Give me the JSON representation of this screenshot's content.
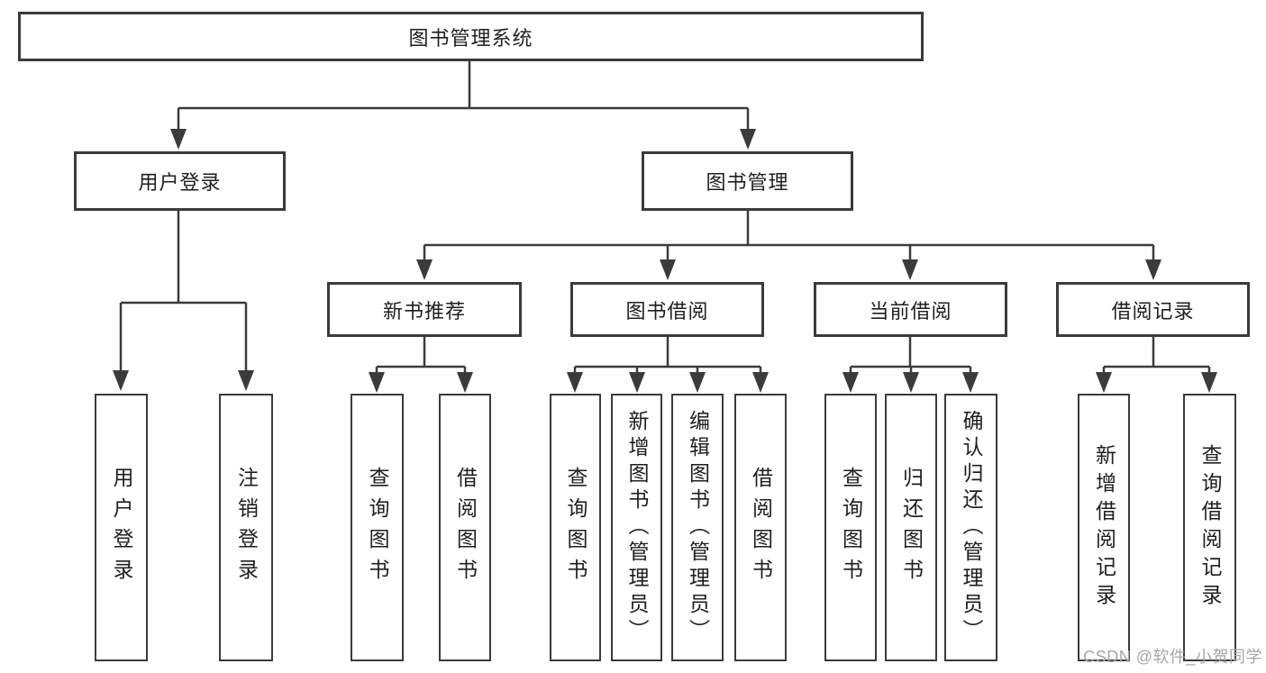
{
  "tree": {
    "root": {
      "label": "图书管理系统",
      "children": [
        {
          "label": "用户登录",
          "children": [
            {
              "label": "用户登录"
            },
            {
              "label": "注销登录"
            }
          ]
        },
        {
          "label": "图书管理",
          "children": [
            {
              "label": "新书推荐",
              "children": [
                {
                  "label": "查询图书"
                },
                {
                  "label": "借阅图书"
                }
              ]
            },
            {
              "label": "图书借阅",
              "children": [
                {
                  "label": "查询图书"
                },
                {
                  "label": "新增图书（管理员）"
                },
                {
                  "label": "编辑图书（管理员）"
                },
                {
                  "label": "借阅图书"
                }
              ]
            },
            {
              "label": "当前借阅",
              "children": [
                {
                  "label": "查询图书"
                },
                {
                  "label": "归还图书"
                },
                {
                  "label": "确认归还（管理员）"
                }
              ]
            },
            {
              "label": "借阅记录",
              "children": [
                {
                  "label": "新增借阅记录"
                },
                {
                  "label": "查询借阅记录"
                }
              ]
            }
          ]
        }
      ]
    }
  },
  "watermark": "CSDN @软件_小贺同学",
  "colors": {
    "line": "#3b3b3b",
    "text": "#1f1f1f",
    "watermark": "#a6a6a6",
    "background": "#ffffff"
  }
}
